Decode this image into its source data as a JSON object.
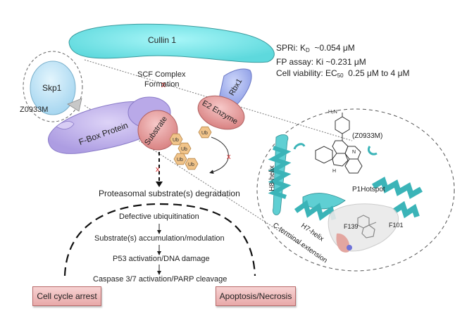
{
  "proteins": {
    "cullin": "Cullin 1",
    "skp1": "Skp1",
    "rbx1": "Rbx1",
    "fbox": "F-Box Protein",
    "substrate": "Substrate",
    "e2": "E2 Enzyme",
    "ub": "Ub"
  },
  "scf_label_line1": "SCF Complex",
  "scf_label_line2": "Formation",
  "inhibitor": "Z0933M",
  "stats": {
    "spri_prefix": "SPRi: K",
    "spri_sub": "D",
    "spri_value": "~0.054 μM",
    "fp": "FP assay: Ki  ~0.231 μM",
    "cell_prefix": "Cell viability: EC",
    "cell_sub": "50",
    "cell_value": "0.25 μM to 4 μM"
  },
  "pathway": {
    "degradation": "Proteasomal substrate(s) degradation",
    "steps": [
      "Defective ubiquitination",
      "Substrate(s) accumulation/modulation",
      "P53 activation/DNA damage",
      "Caspase 3/7 activation/PARP cleavage"
    ]
  },
  "outcomes": {
    "left": "Cell cycle arrest",
    "right": "Apoptosis/Necrosis"
  },
  "structure": {
    "compound": "(Z0933M)",
    "h8": "H8-helix",
    "h7": "H7-helix",
    "cterm": "C-terminal extension",
    "hotspot": "P1Hotspot",
    "f139": "F139",
    "f101": "F101",
    "amine": "H₂N",
    "nh": "H",
    "n": "N"
  },
  "colors": {
    "cullin": "#7fe9ec",
    "skp1": "#bfe6f7",
    "rbx1": "#a9b6ef",
    "fbox": "#c6b8ee",
    "substrate": "#e89a9a",
    "ub": "#f1c48a",
    "inhibit": "#d22020",
    "helix": "#5fcfd3"
  }
}
